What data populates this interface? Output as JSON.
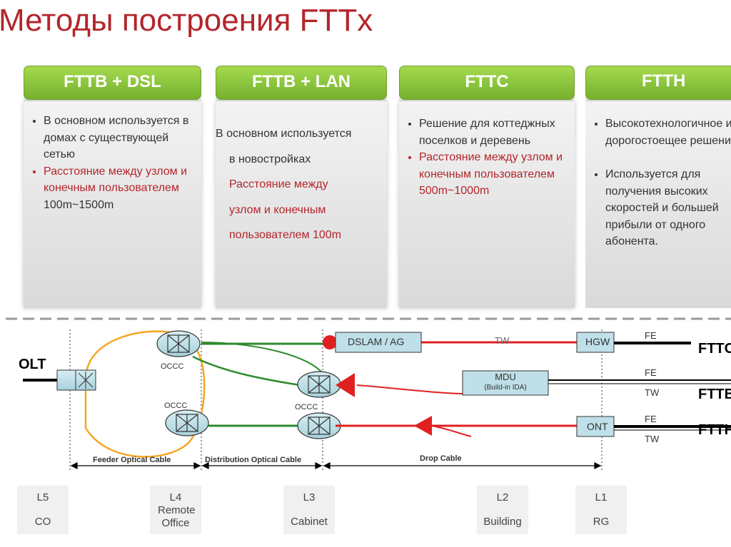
{
  "title": "Методы построения FTTx",
  "cards": [
    {
      "header": "FTTB + DSL",
      "bullets": [
        {
          "text": "В основном используется в домах с существующей сетью",
          "red": false
        },
        {
          "text": "Расстояние между узлом и конечным пользователем",
          "red": true
        },
        {
          "text": "100m~1500m",
          "red": false
        }
      ]
    },
    {
      "header": "FTTB + LAN",
      "lines": [
        {
          "text": "В основном используется",
          "red": false
        },
        {
          "text": "в новостройках",
          "red": false
        },
        {
          "text": "Расстояние между",
          "red": true
        },
        {
          "text": "узлом и конечным",
          "red": true
        },
        {
          "text": "пользователем 100m",
          "red": true
        }
      ]
    },
    {
      "header": "FTTC",
      "bullets": [
        {
          "text": "Решение для коттеджных поселков и деревень",
          "red": false
        },
        {
          "text": "Расстояние между узлом и конечным пользователем 500m~1000m",
          "red": true
        }
      ]
    },
    {
      "header": "FTTH",
      "bullets": [
        {
          "text": "Высокотехнологичное и дорогостоещее решение",
          "red": false
        },
        {
          "text": "Используется для получения высоких скоростей и большей прибыли от одного абонента.",
          "red": false
        }
      ]
    }
  ],
  "diagram": {
    "olt": "OLT",
    "occc": "OCCC",
    "dslam": "DSLAM / AG",
    "tw": "TW",
    "hgw": "HGW",
    "fe": "FE",
    "mdu": "MDU",
    "mdu_sub": "(Build-in IDA)",
    "ont": "ONT",
    "ftt_labels": [
      "FTTC",
      "FTTB",
      "FTTH"
    ],
    "feeder": "Feeder Optical Cable",
    "distribution": "Distribution Optical Cable",
    "drop": "Drop Cable",
    "levels": [
      {
        "code": "L5",
        "name": "CO"
      },
      {
        "code": "L4",
        "name": "Remote Office"
      },
      {
        "code": "L3",
        "name": "Cabinet"
      },
      {
        "code": "L2",
        "name": "Building"
      },
      {
        "code": "L1",
        "name": "RG"
      }
    ]
  },
  "colors": {
    "accent_red": "#b3262b",
    "header_green": "#8cc63f",
    "fiber_green": "#2e8b2e",
    "drop_red": "#e02020",
    "feeder_orange": "#f5a623",
    "node_fill": "#bfe0e8"
  }
}
